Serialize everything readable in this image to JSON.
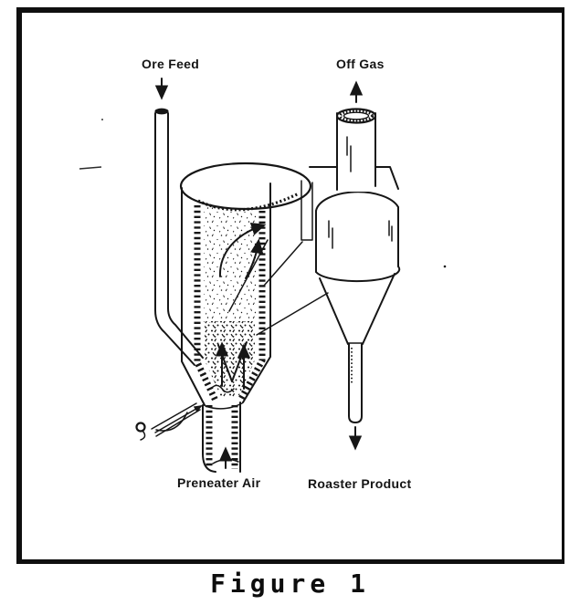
{
  "figure": {
    "caption": "Figure 1",
    "labels": {
      "ore_feed": "Ore Feed",
      "off_gas": "Off Gas",
      "preheater_air": "Preneater Air",
      "roaster_product": "Roaster Product"
    },
    "icons": {
      "ore_feed_arrow": "↓",
      "off_gas_arrow": "↑",
      "preheater_air_arrow": "↑",
      "roaster_product_arrow": "↓"
    },
    "colors": {
      "ink": "#161616",
      "paper": "#ffffff"
    }
  }
}
